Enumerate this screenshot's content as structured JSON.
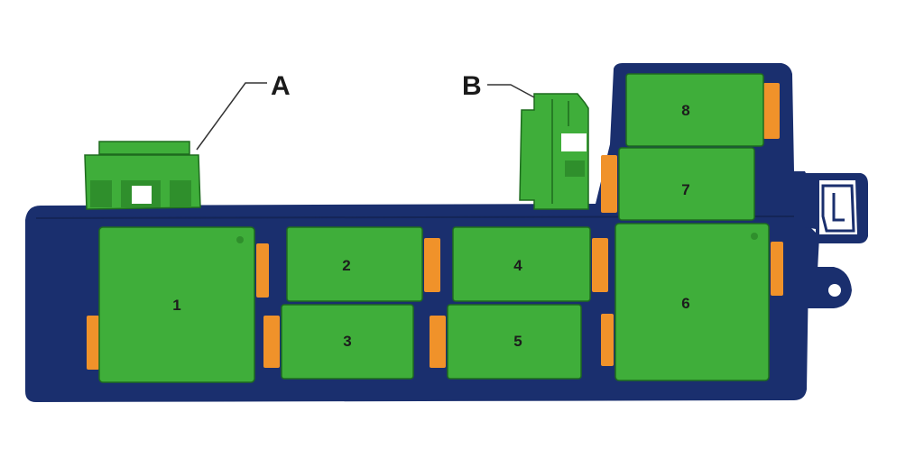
{
  "diagram": {
    "callouts": {
      "A": "A",
      "B": "B"
    },
    "relays": {
      "r1": "1",
      "r2": "2",
      "r3": "3",
      "r4": "4",
      "r5": "5",
      "r6": "6",
      "r7": "7",
      "r8": "8"
    },
    "colors": {
      "housing": "#1a2f6e",
      "relay_fill": "#3fae3a",
      "relay_stroke": "#1e6b1e",
      "terminal": "#f0922a",
      "background": "#ffffff"
    }
  }
}
